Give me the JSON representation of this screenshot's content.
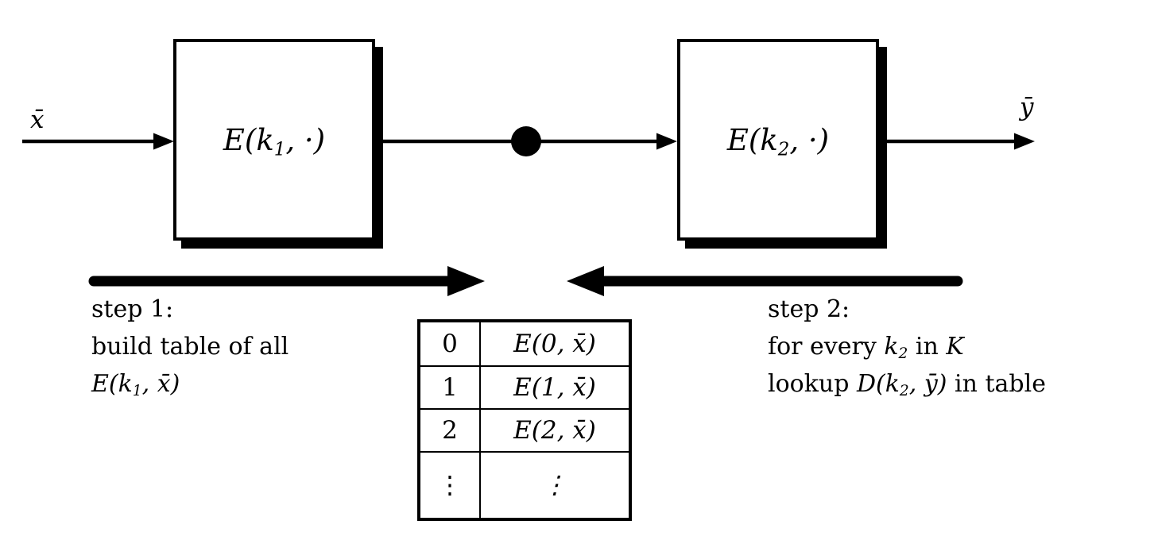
{
  "flow": {
    "input_label": "x̄",
    "output_label": "ȳ",
    "box1": {
      "pre": "E(k",
      "sub": "1",
      "post": ", ·)"
    },
    "box2": {
      "pre": "E(k",
      "sub": "2",
      "post": ", ·)"
    }
  },
  "step1": {
    "line1": "step 1:",
    "line2": "build table of all",
    "line3_pre": "E(k",
    "line3_sub": "1",
    "line3_post": ", x̄)"
  },
  "step2": {
    "line1": "step 2:",
    "line2_pre": "for every ",
    "line2_k": "k",
    "line2_sub": "2",
    "line2_mid": " in ",
    "line2_keyspace": "K",
    "line3_pre": "lookup ",
    "line3_math_pre": "D(k",
    "line3_sub": "2",
    "line3_math_post": ", ȳ)",
    "line3_post": " in table"
  },
  "lookup_table": {
    "rows": [
      {
        "key": "0",
        "value": "E(0, x̄)"
      },
      {
        "key": "1",
        "value": "E(1, x̄)"
      },
      {
        "key": "2",
        "value": "E(2, x̄)"
      },
      {
        "key": "⋮",
        "value": "⋮"
      }
    ]
  },
  "colors": {
    "ink": "#000000",
    "paper": "#ffffff"
  }
}
